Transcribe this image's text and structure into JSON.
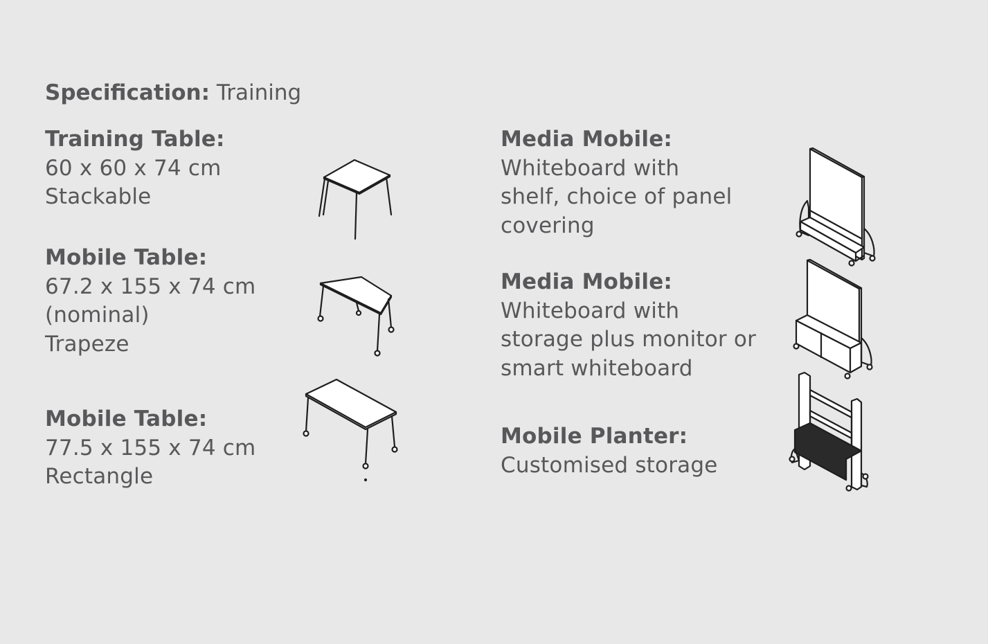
{
  "header": {
    "label": "Specification:",
    "value": "Training"
  },
  "products": [
    {
      "title": "Training Table:",
      "lines": [
        "60 x 60 x 74 cm",
        "Stackable"
      ]
    },
    {
      "title": "Mobile Table:",
      "lines": [
        "67.2 x 155 x 74 cm",
        "(nominal)",
        "Trapeze"
      ]
    },
    {
      "title": "Mobile Table:",
      "lines": [
        "77.5 x 155 x 74 cm",
        "Rectangle"
      ]
    },
    {
      "title": "Media Mobile:",
      "lines": [
        "Whiteboard with",
        "shelf, choice of panel",
        "covering"
      ]
    },
    {
      "title": "Media Mobile:",
      "lines": [
        "Whiteboard with",
        "storage plus monitor or",
        "smart whiteboard"
      ]
    },
    {
      "title": "Mobile Planter:",
      "lines": [
        "Customised storage"
      ]
    }
  ]
}
